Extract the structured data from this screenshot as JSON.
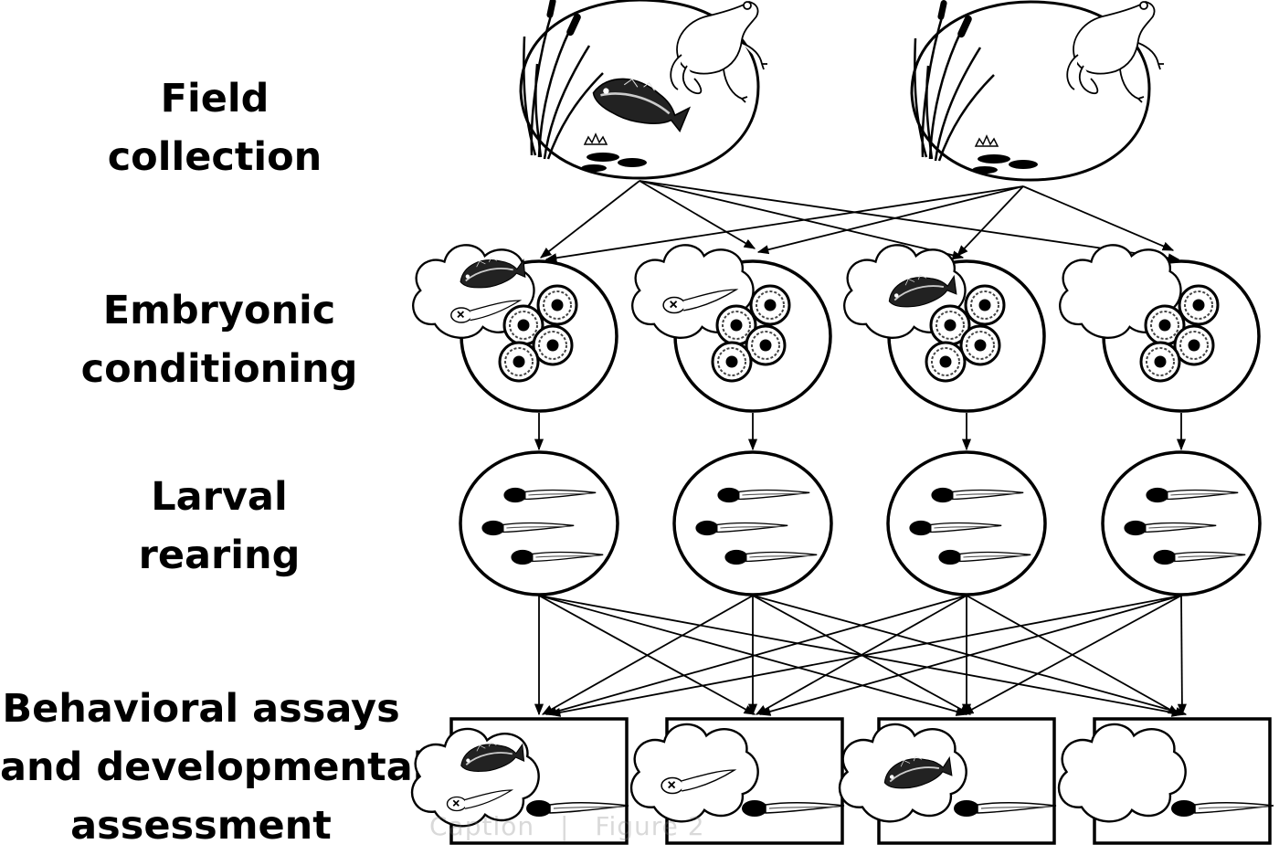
{
  "stages": [
    {
      "id": "field",
      "lines": [
        "Field",
        "collection"
      ]
    },
    {
      "id": "embryonic",
      "lines": [
        "Embryonic",
        "conditioning"
      ]
    },
    {
      "id": "larval",
      "lines": [
        "Larval",
        "rearing"
      ]
    },
    {
      "id": "behavioral",
      "lines": [
        "Behavioral assays",
        "and developmental",
        "assessment"
      ]
    }
  ],
  "overlay": {
    "caption": "Caption",
    "separator": "|",
    "figure": "Figure 2"
  }
}
